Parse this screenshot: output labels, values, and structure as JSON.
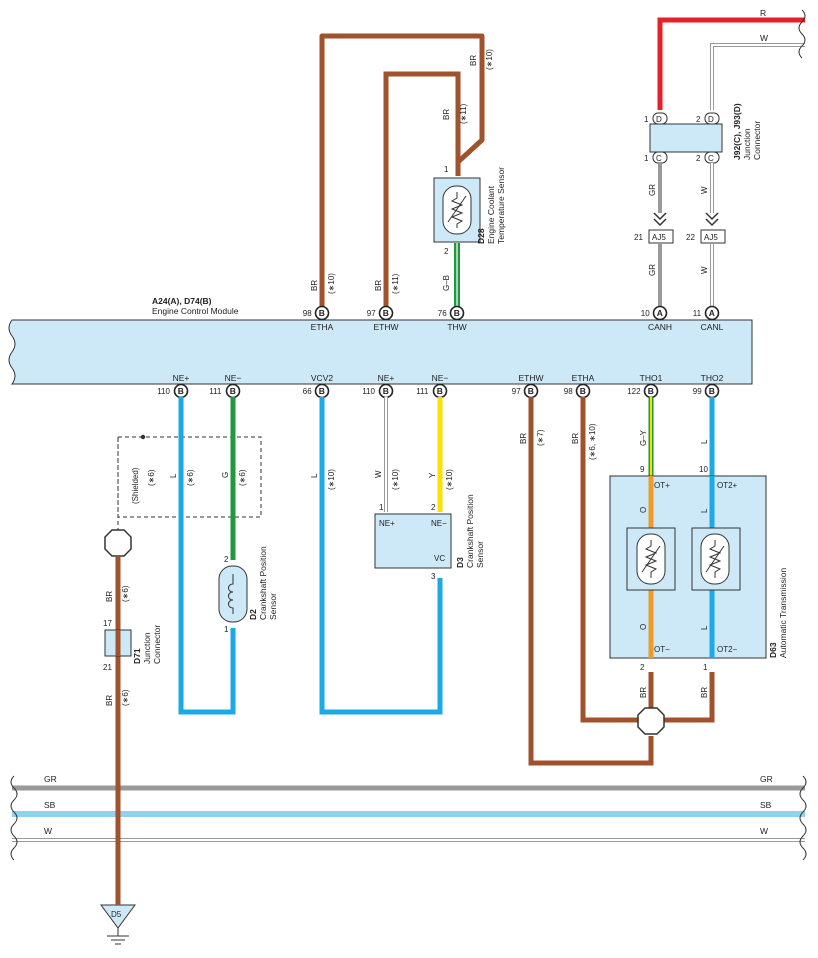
{
  "ecm": {
    "title_code": "A24(A), D74(B)",
    "title_name": "Engine Control Module",
    "top_pins": [
      {
        "num": "98",
        "conn": "B",
        "name": "ETHA"
      },
      {
        "num": "97",
        "conn": "B",
        "name": "ETHW"
      },
      {
        "num": "76",
        "conn": "B",
        "name": "THW"
      },
      {
        "num": "10",
        "conn": "A",
        "name": "CANH"
      },
      {
        "num": "11",
        "conn": "A",
        "name": "CANL"
      }
    ],
    "bottom_pins": [
      {
        "num": "110",
        "conn": "B",
        "name": "NE+"
      },
      {
        "num": "111",
        "conn": "B",
        "name": "NE−"
      },
      {
        "num": "66",
        "conn": "B",
        "name": "VCV2"
      },
      {
        "num": "110",
        "conn": "B",
        "name": "NE+"
      },
      {
        "num": "111",
        "conn": "B",
        "name": "NE−"
      },
      {
        "num": "97",
        "conn": "B",
        "name": "ETHW"
      },
      {
        "num": "98",
        "conn": "B",
        "name": "ETHA"
      },
      {
        "num": "122",
        "conn": "B",
        "name": "THO1"
      },
      {
        "num": "99",
        "conn": "B",
        "name": "THO2"
      }
    ]
  },
  "coolant_sensor": {
    "code": "D28",
    "name_line1": "Engine Coolant",
    "name_line2": "Temperature Sensor",
    "pin1": "1",
    "pin2": "2"
  },
  "junction_j92": {
    "code": "J92(C), J93(D)",
    "name_line1": "Junction",
    "name_line2": "Connector",
    "pins": [
      "1",
      "D",
      "2",
      "D",
      "1",
      "C",
      "2",
      "C"
    ]
  },
  "aj5": {
    "label": "AJ5",
    "pin_left": "21",
    "pin_right": "22"
  },
  "d2": {
    "code": "D2",
    "name_line1": "Crankshaft Position",
    "name_line2": "Sensor",
    "pin2": "2",
    "pin1": "1"
  },
  "d3": {
    "code": "D3",
    "name_line1": "Crankshaft Position",
    "name_line2": "Sensor",
    "pin_nep": "NE+",
    "pin_nem": "NE−",
    "pin_vc": "VC",
    "n1": "1",
    "n2": "2",
    "n3": "3"
  },
  "d63": {
    "code": "D63",
    "name": "Automatic Transmission",
    "ot1p": "OT+",
    "ot2p": "OT2+",
    "ot1m": "OT−",
    "ot2m": "OT2−",
    "n9": "9",
    "n10": "10",
    "n2": "2",
    "n1": "1",
    "wire_o": "O",
    "wire_l": "L"
  },
  "d71": {
    "code": "D71",
    "name_line1": "Junction",
    "name_line2": "Connector",
    "pin17": "17",
    "pin21": "21"
  },
  "ground": {
    "code": "D5"
  },
  "shielded": "(Shielded)",
  "wires": {
    "r": "R",
    "w": "W",
    "gr": "GR",
    "br": "BR",
    "gb": "G–B",
    "l": "L",
    "g": "G",
    "y": "Y",
    "sb": "SB",
    "gy": "G–Y"
  },
  "notes": {
    "n6": "(∗6)",
    "n7": "(∗7)",
    "n10": "(∗10)",
    "n11": "(∗11)",
    "n6_10": "(∗6, ∗10)"
  },
  "colors": {
    "brown": "#a0522d",
    "red": "#e8202a",
    "gray": "#999999",
    "blue": "#1ba9e8",
    "lightblue": "#8fd3f2",
    "green": "#1e9a3c",
    "yellow": "#f7e200",
    "orange": "#f09a28",
    "box": "#cde9f7"
  }
}
